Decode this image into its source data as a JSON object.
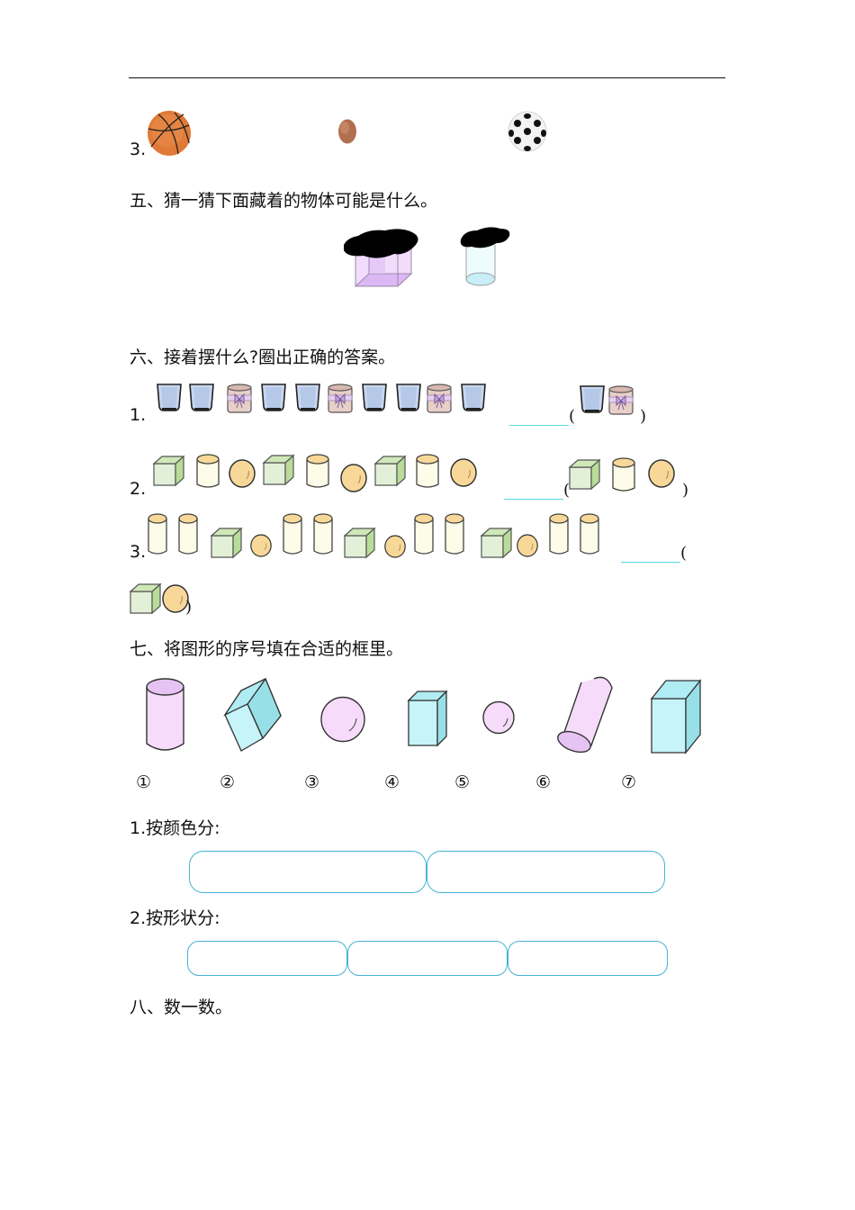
{
  "header_rule": true,
  "section4_item3": {
    "number": "3.",
    "objects": [
      "basketball",
      "egg",
      "soccer-ball"
    ]
  },
  "section5": {
    "title": "五、猜一猜下面藏着的物体可能是什么。",
    "hidden_objects": [
      "cuboid-covered",
      "cylinder-covered"
    ]
  },
  "section6": {
    "title": "六、接着摆什么?圈出正确的答案。",
    "items": [
      {
        "number": "1.",
        "sequence": [
          "cup",
          "cup",
          "jar",
          "cup",
          "cup",
          "jar",
          "cup",
          "cup",
          "jar",
          "cup"
        ],
        "open_paren": "(",
        "close_paren": ")",
        "options": [
          "cup",
          "jar"
        ]
      },
      {
        "number": "2.",
        "sequence": [
          "cube",
          "cylinder",
          "ball",
          "cube",
          "cylinder",
          "ball",
          "cube",
          "cylinder",
          "ball"
        ],
        "open_paren": "(",
        "close_paren": ")",
        "options": [
          "cube",
          "cylinder",
          "ball"
        ]
      },
      {
        "number": "3.",
        "sequence": [
          "cylinder",
          "cylinder",
          "cube",
          "ball",
          "cylinder",
          "cylinder",
          "cube",
          "ball",
          "cylinder",
          "cylinder",
          "cube",
          "ball",
          "cylinder",
          "cylinder"
        ],
        "open_paren": "(",
        "close_paren": ")",
        "options": [
          "cube",
          "ball"
        ]
      }
    ]
  },
  "section7": {
    "title": "七、将图形的序号填在合适的框里。",
    "shapes": [
      {
        "label": "①",
        "shape": "cylinder",
        "color": "pink"
      },
      {
        "label": "②",
        "shape": "tilted-cube",
        "color": "cyan"
      },
      {
        "label": "③",
        "shape": "sphere",
        "color": "pink"
      },
      {
        "label": "④",
        "shape": "cuboid",
        "color": "cyan"
      },
      {
        "label": "⑤",
        "shape": "small-sphere",
        "color": "pink"
      },
      {
        "label": "⑥",
        "shape": "tilted-cylinder",
        "color": "pink"
      },
      {
        "label": "⑦",
        "shape": "cuboid",
        "color": "cyan"
      }
    ],
    "q1": {
      "label": "1.按颜色分:",
      "boxes": 2
    },
    "q2": {
      "label": "2.按形状分:",
      "boxes": 3
    }
  },
  "section8": {
    "title": "八、数一数。"
  },
  "colors": {
    "pink_fill": "#f6dcfa",
    "pink_top": "#e6c3f2",
    "cyan_fill": "#c6f4f8",
    "cyan_side": "#98e0e8",
    "green_front": "#e2f0d8",
    "green_side": "#b9dc98",
    "cream": "#fcfce8",
    "ball_yellow": "#f8d898",
    "box_border": "#44b4d6",
    "blank_line": "#5ad8e6"
  }
}
